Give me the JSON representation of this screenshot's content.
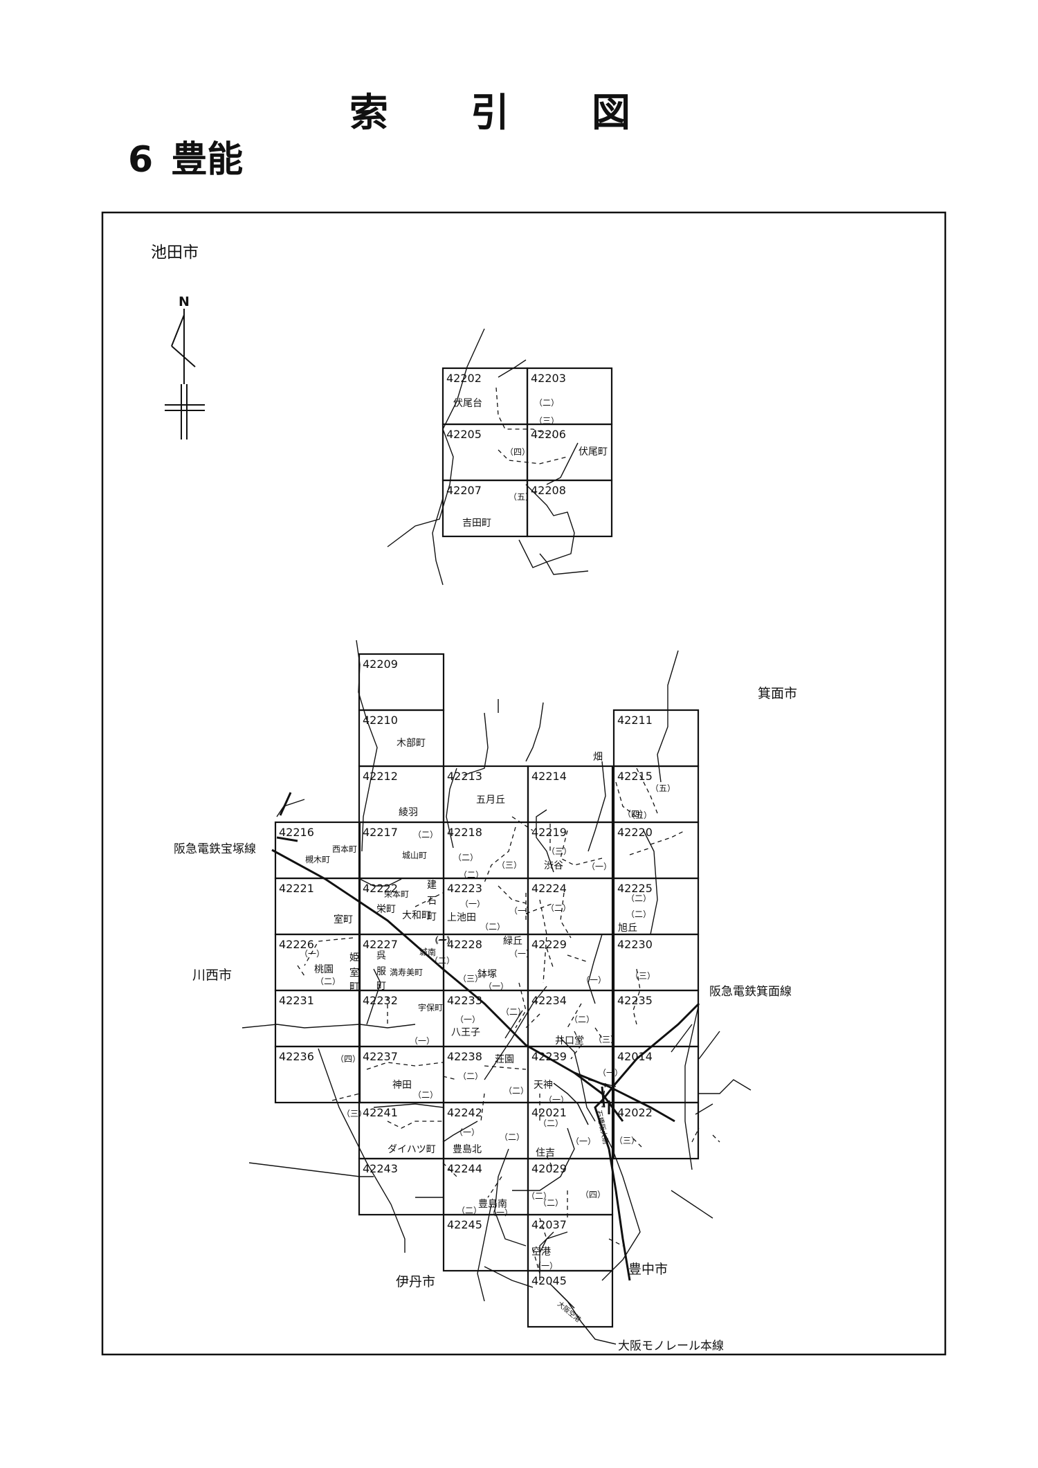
{
  "title": [
    "索",
    "引",
    "図"
  ],
  "section": {
    "number": "6",
    "name": "豊能"
  },
  "cities": {
    "ikeda": "池田市",
    "minoh": "箕面市",
    "kawanishi": "川西市",
    "itami": "伊丹市",
    "toyonaka": "豊中市"
  },
  "north_label": "N",
  "railways": {
    "takarazuka": "阪急電鉄宝塚線",
    "minoh": "阪急電鉄箕面線",
    "monorail": "大阪モノレール本線"
  },
  "sheets": [
    "42202",
    "42203",
    "42205",
    "42206",
    "42207",
    "42208",
    "42209",
    "42210",
    "42211",
    "42212",
    "42213",
    "42214",
    "42215",
    "42216",
    "42217",
    "42218",
    "42219",
    "42220",
    "42221",
    "42222",
    "42223",
    "42224",
    "42225",
    "42226",
    "42227",
    "42228",
    "42229",
    "42230",
    "42231",
    "42232",
    "42233",
    "42234",
    "42235",
    "42236",
    "42237",
    "42238",
    "42239",
    "42014",
    "42241",
    "42242",
    "42021",
    "42022",
    "42243",
    "42244",
    "42029",
    "42245",
    "42037",
    "42045"
  ],
  "places": [
    "伏尾台",
    "（二）",
    "（三）",
    "（四）",
    "伏尾町",
    "（五）",
    "吉田町",
    "木部町",
    "畑",
    "（五）",
    "五月丘",
    "（五）",
    "（四）",
    "綾羽",
    "（二）",
    "（二）",
    "（三）",
    "（三）",
    "渋谷",
    "（一）",
    "（二）",
    "西本町",
    "槻木町",
    "城山町",
    "建",
    "石",
    "町",
    "栄本町",
    "栄町",
    "大和町",
    "（一）",
    "（一）",
    "上池田",
    "（二）",
    "（一）",
    "（二）",
    "（二）",
    "（二）",
    "旭丘",
    "室町",
    "呉",
    "服",
    "町",
    "満寿美町",
    "（一）",
    "城南",
    "（二）",
    "緑丘",
    "（一）",
    "鉢塚",
    "（一）",
    "（一）",
    "（三）",
    "（三）",
    "（一）",
    "桃園",
    "（二）",
    "姫",
    "室",
    "町",
    "宇保町",
    "（一）",
    "八王子",
    "（一）",
    "（二）",
    "（二）",
    "井口堂",
    "（三）",
    "（四）",
    "神田",
    "（二）",
    "（二）",
    "荘園",
    "（二）",
    "天神",
    "（一）",
    "（一）",
    "（三）",
    "ダイハツ町",
    "（一）",
    "豊島北",
    "（二）",
    "（二）",
    "住吉",
    "（一）",
    "（三）",
    "（二）",
    "豊島南",
    "（一）",
    "（二）",
    "（四）",
    "（二）",
    "空港",
    "（一）",
    "石橋阪大前",
    "大阪空港"
  ]
}
